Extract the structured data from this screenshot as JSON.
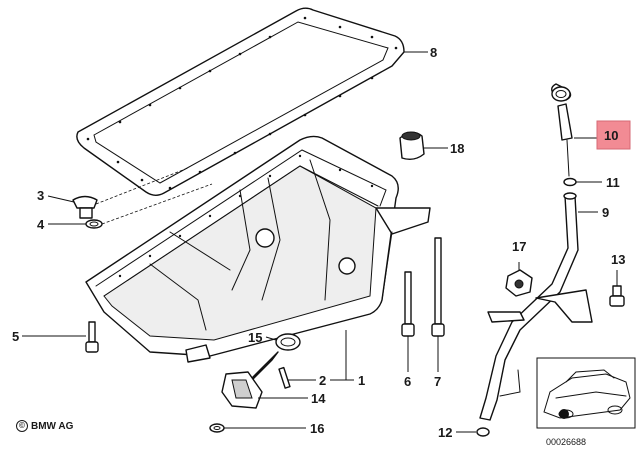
{
  "callouts": [
    "8",
    "18",
    "3",
    "4",
    "5",
    "15",
    "2",
    "1",
    "14",
    "16",
    "6",
    "7",
    "10",
    "11",
    "9",
    "17",
    "13",
    "12"
  ],
  "copyright": {
    "symbol": "©",
    "text": "BMW AG"
  },
  "document_number": "00026688",
  "highlight_color": "#f28b94",
  "highlighted_part": "10"
}
